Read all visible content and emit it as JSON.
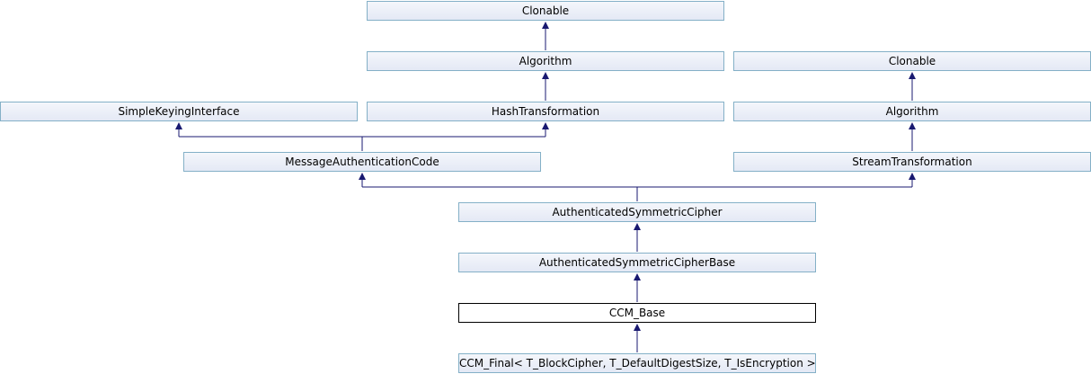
{
  "nodes": {
    "clonable_left": "Clonable",
    "algorithm_left": "Algorithm",
    "clonable_right": "Clonable",
    "simple_keying_interface": "SimpleKeyingInterface",
    "hash_transformation": "HashTransformation",
    "algorithm_right": "Algorithm",
    "message_authentication_code": "MessageAuthenticationCode",
    "stream_transformation": "StreamTransformation",
    "authenticated_symmetric_cipher": "AuthenticatedSymmetricCipher",
    "authenticated_symmetric_cipher_base": "AuthenticatedSymmetricCipherBase",
    "ccm_base": "CCM_Base",
    "ccm_final": "CCM_Final< T_BlockCipher, T_DefaultDigestSize, T_IsEncryption >"
  },
  "colors": {
    "node_border": "#84b0c7",
    "node_fill": "#e4e9f5",
    "current_border": "#000000",
    "edge": "#191970"
  }
}
